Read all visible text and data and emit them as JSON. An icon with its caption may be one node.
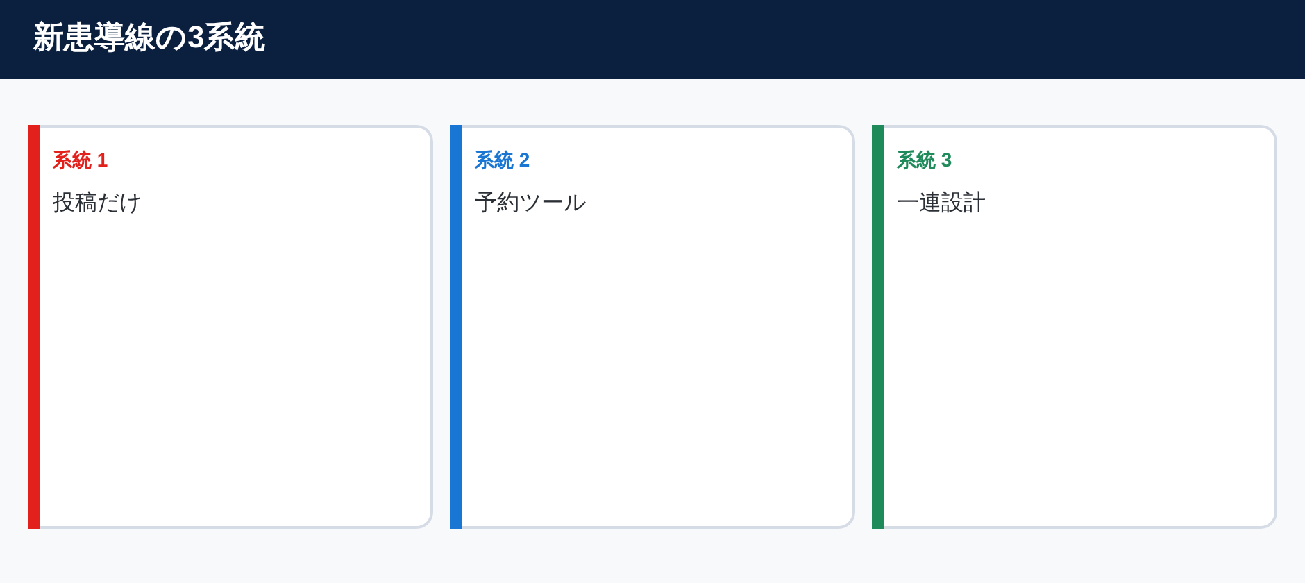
{
  "diagram": {
    "title": "新患導線の3系統",
    "nodes": [
      {
        "text": [
          "系統 1",
          "投稿だけ"
        ]
      },
      {
        "text": [
          "系統 2",
          "予約ツール"
        ]
      },
      {
        "text": [
          "系統 3",
          "一連設計"
        ]
      }
    ]
  }
}
